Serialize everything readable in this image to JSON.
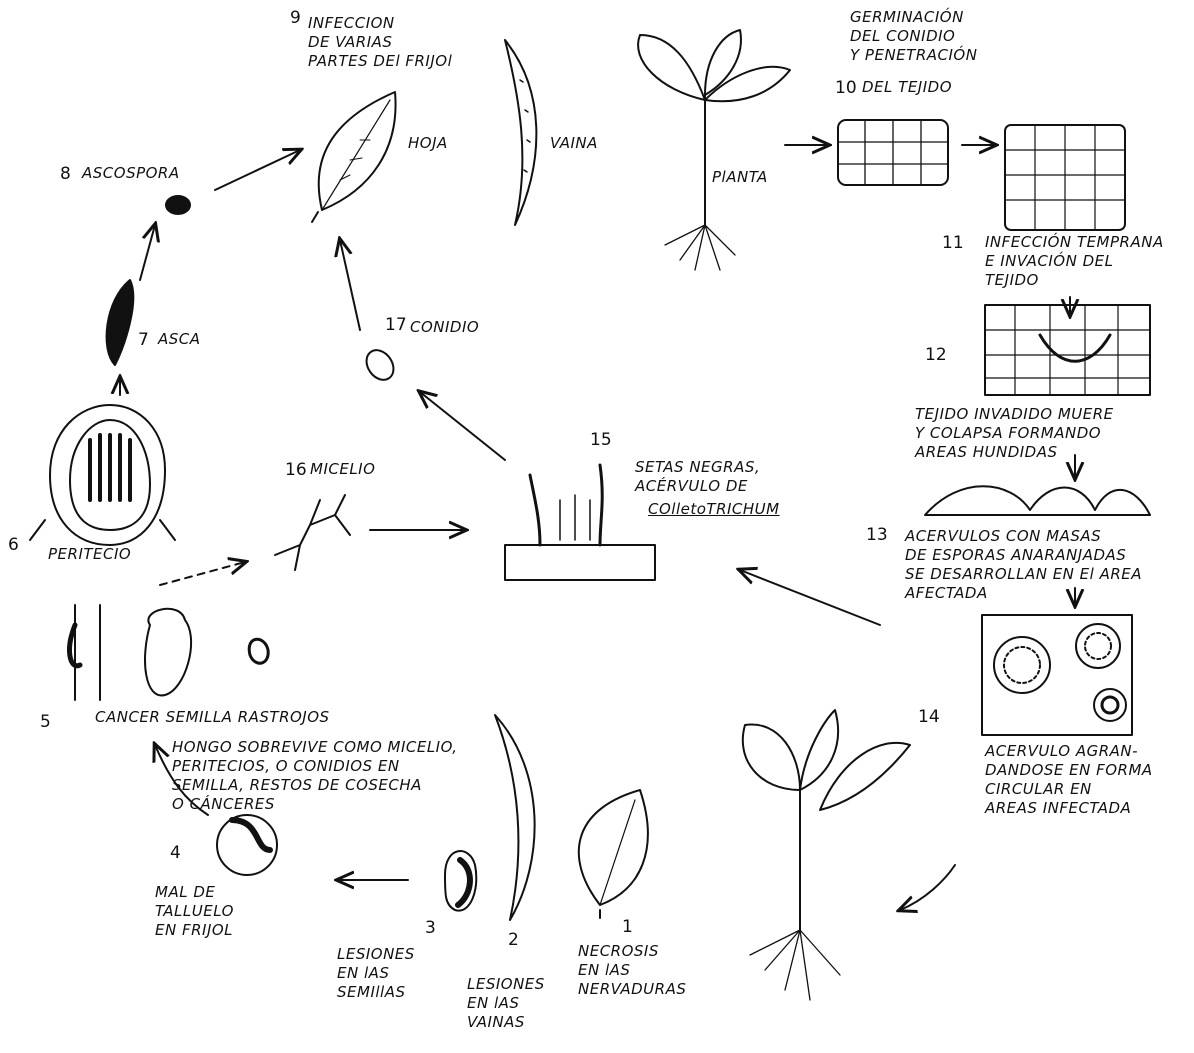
{
  "stages": {
    "s1": {
      "number": "1",
      "text": "NECROSIS\nEN lAS\nNERVADURAS"
    },
    "s2": {
      "number": "2",
      "text": "LESIONES\nEN lAS\nVAINAS"
    },
    "s3": {
      "number": "3",
      "text": "LESIONES\nEN lAS\nSEMIllAS"
    },
    "s4": {
      "number": "4",
      "text": "MAL DE\nTALLUELO\nEN FRIJOL"
    },
    "s5": {
      "number": "5",
      "text": "CANCER SEMILLA RASTROJOS"
    },
    "s5b": {
      "text": "HONGO SOBREVIVE COMO MICELIO,\nPERITECIOS, O CONIDIOS EN\nSEMILLA, RESTOS DE COSECHA\nO CÁNCERES"
    },
    "s6": {
      "number": "6",
      "text": "PERITECIO"
    },
    "s7": {
      "number": "7",
      "text": "ASCA"
    },
    "s8": {
      "number": "8",
      "text": "ASCOSPORA"
    },
    "s9": {
      "number": "9",
      "text": "INFECCION\nDE VARIAS\nPARTES DEl FRIJOl"
    },
    "hoja": "HOJA",
    "vaina": "VAINA",
    "planta": "PlANTA",
    "s10": {
      "number": "10",
      "text_top": "GERMINACIÓN\nDEL CONIDIO\nY PENETRACIÓN",
      "text_bottom": "DEL TEJIDO"
    },
    "s11": {
      "number": "11",
      "text": "INFECCIÓN TEMPRANA\nE INVACIÓN DEL\nTEJIDO"
    },
    "s12": {
      "number": "12",
      "text": "TEJIDO INVADIDO MUERE\nY COLAPSA FORMANDO\nAREAS HUNDIDAS"
    },
    "s13": {
      "number": "13",
      "text": "ACERVULOS CON MASAS\nDE ESPORAS ANARANJADAS\nSE DESARROLLAN EN El AREA\nAFECTADA"
    },
    "s14": {
      "number": "14",
      "text": "ACERVULO AGRAN-\nDANDOSE EN FORMA\nCIRCULAR EN\nAREAS INFECTADA"
    },
    "s15": {
      "number": "15",
      "text": "SETAS NEGRAS,\nACÉRVULO DE",
      "genus": "COlletoTRICHUM"
    },
    "s16": {
      "number": "16",
      "text": "MICELIO"
    },
    "s17": {
      "number": "17",
      "text": "CONIDIO"
    }
  }
}
